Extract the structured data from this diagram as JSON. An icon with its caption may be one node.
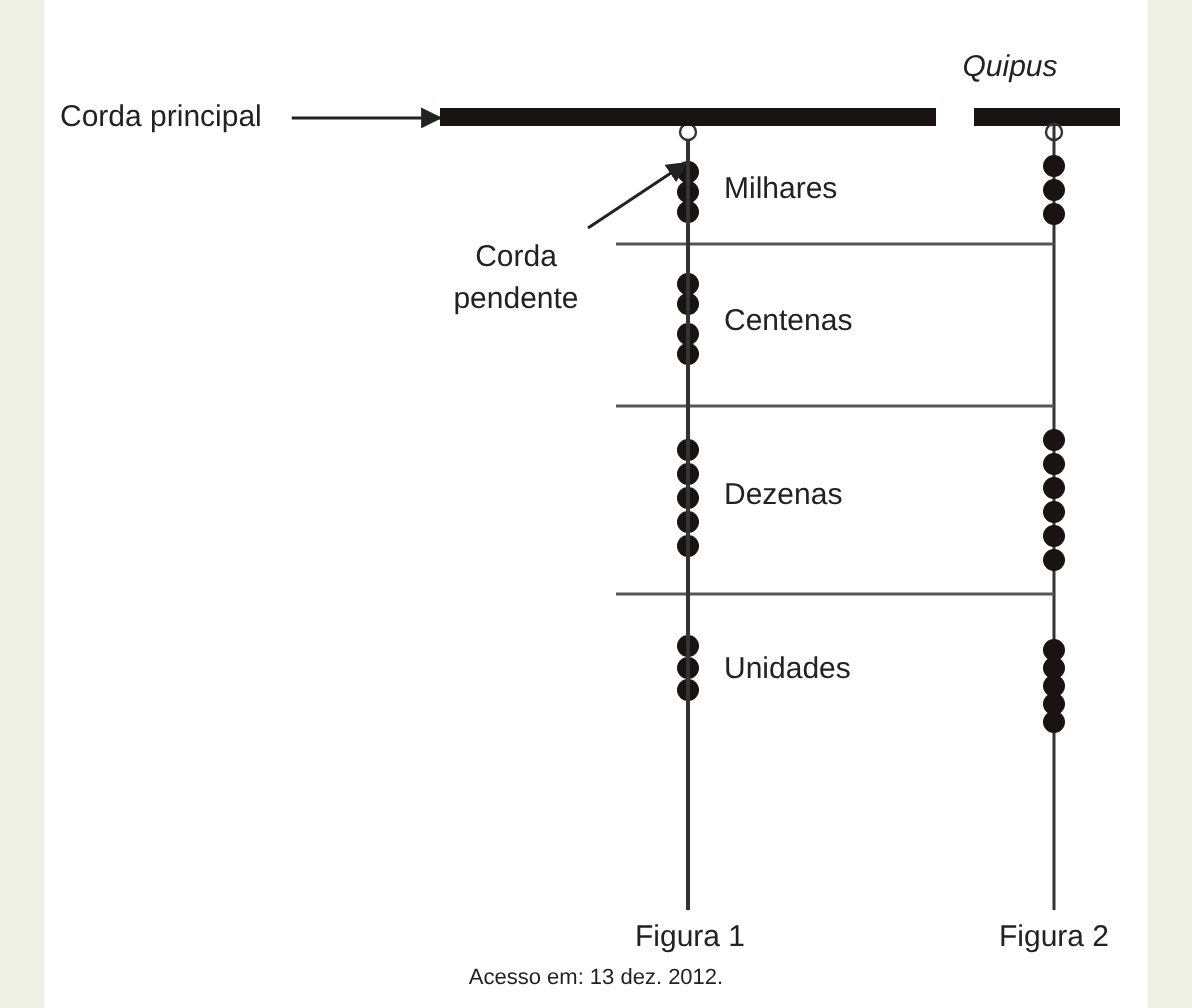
{
  "diagram": {
    "caption": "Acesso em: 13 dez. 2012.",
    "nodes": [
      {
        "text": [
          "Corda principal"
        ]
      },
      {
        "text": [],
        "shape": "bar"
      },
      {
        "text": [
          "Corda pendente"
        ]
      },
      {
        "text": [],
        "shape": "bar"
      }
    ],
    "edges": [
      {
        "from": 0,
        "to": 1,
        "arrow": "to"
      },
      {
        "from": 2,
        "to": 3,
        "arrow": "to"
      }
    ],
    "labels": [
      "Quipus",
      "Milhares",
      "Centenas",
      "Dezenas",
      "Unidades",
      "Figura 1",
      "Figura 2"
    ]
  }
}
